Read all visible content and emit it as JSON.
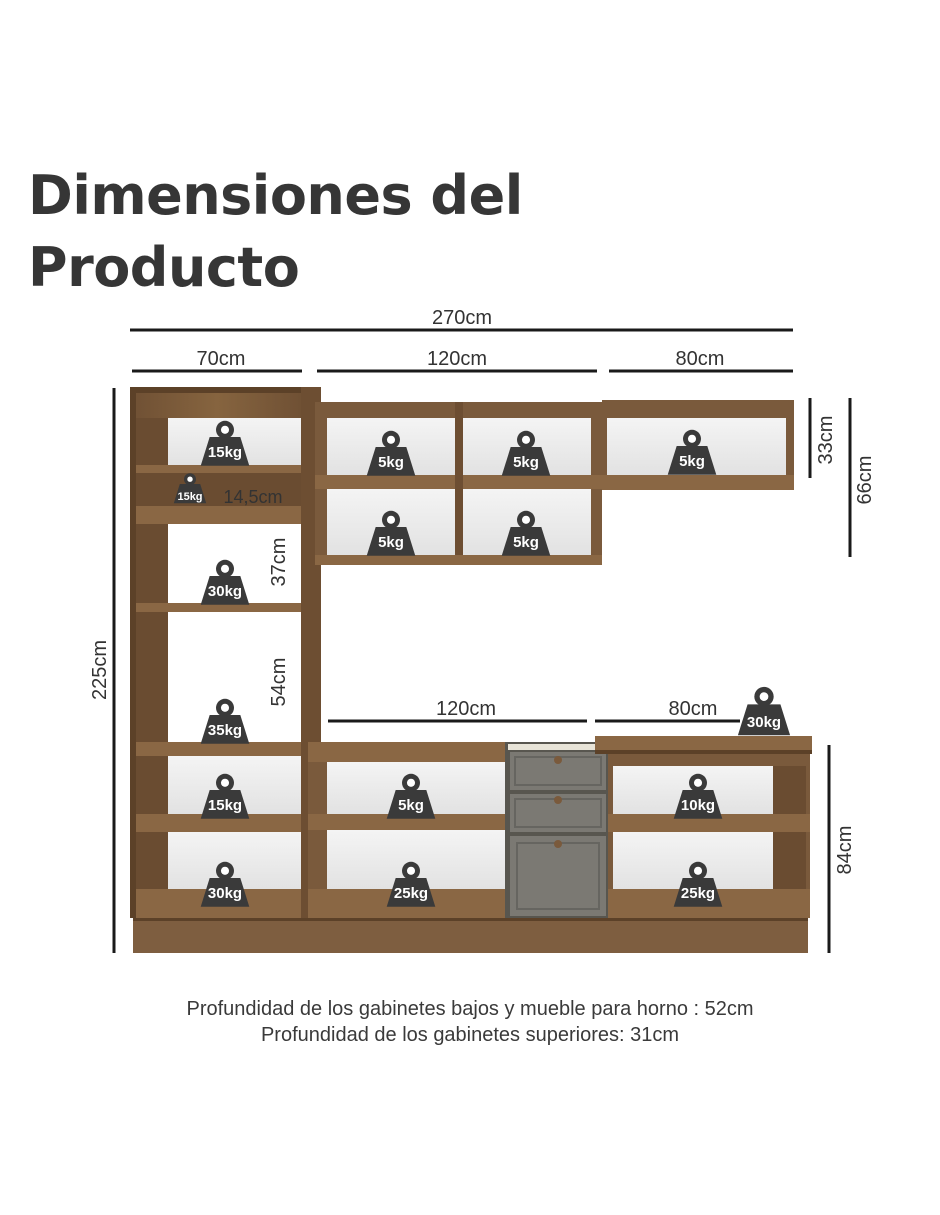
{
  "title": {
    "line1": "Dimensiones del",
    "line2": "Producto"
  },
  "dimensions": {
    "total_width": "270cm",
    "upper_left_width": "70cm",
    "upper_middle_width": "120cm",
    "upper_right_width": "80cm",
    "lower_middle_width": "120cm",
    "lower_right_width": "80cm",
    "total_height": "225cm",
    "upper_cabinet_height": "33cm",
    "upper_total_height": "66cm",
    "base_height": "84cm",
    "small_gap": "14,5cm",
    "shelf_gap_1": "37cm",
    "shelf_gap_2": "54cm"
  },
  "weights": {
    "tower_1": "15kg",
    "tower_small": "15kg",
    "tower_2": "30kg",
    "tower_3": "35kg",
    "tower_4": "15kg",
    "tower_5": "30kg",
    "upper_1": "5kg",
    "upper_2": "5kg",
    "upper_3": "5kg",
    "upper_4": "5kg",
    "upper_5": "5kg",
    "countertop": "30kg",
    "lower_mid_1": "5kg",
    "lower_mid_2": "25kg",
    "lower_right_1": "10kg",
    "lower_right_2": "25kg"
  },
  "notes": {
    "line1": "Profundidad de los gabinetes bajos y mueble para horno : 52cm",
    "line2": "Profundidad de los gabinetes superiores: 31cm"
  },
  "colors": {
    "wood": "#7a5a3c",
    "wood_dark": "#5c4128",
    "interior": "#ebebeb",
    "gray_panel": "#77756f",
    "weight_icon": "#3a3a3a",
    "dimension_line": "#1a1a1a"
  }
}
